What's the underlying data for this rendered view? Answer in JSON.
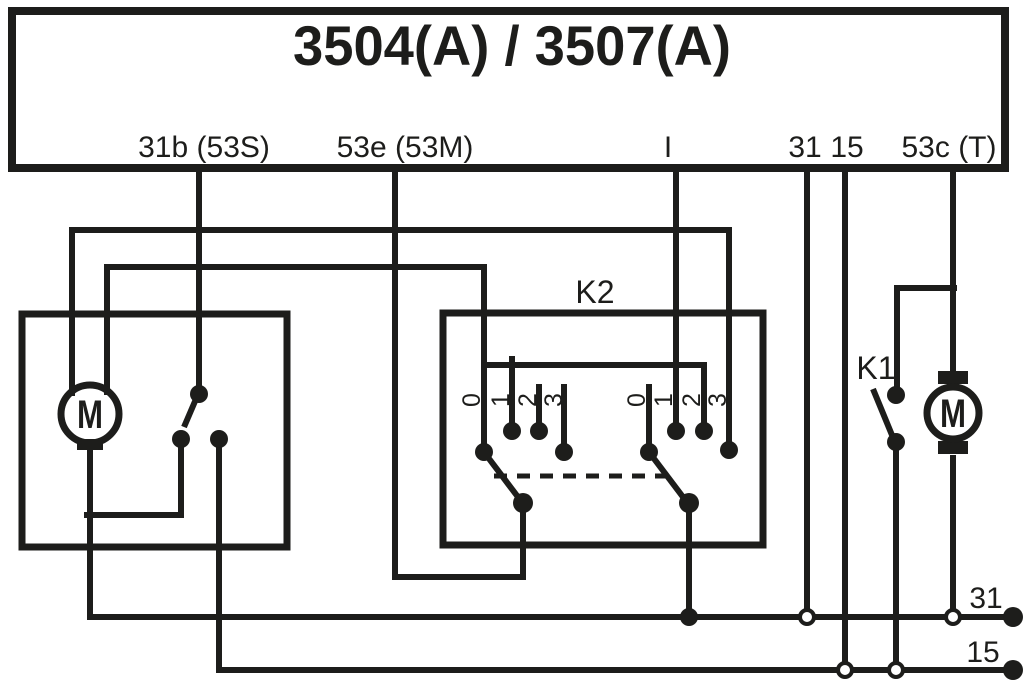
{
  "colors": {
    "ink": "#1d1d1b",
    "background": "#ffffff"
  },
  "title_box": {
    "title": "3504(A) / 3507(A)"
  },
  "terminals": {
    "t31b": "31b (53S)",
    "t53e": "53e (53M)",
    "ti": "I",
    "t31": "31",
    "t15": "15",
    "t53c": "53c (T)"
  },
  "switches": {
    "k1_label": "K1",
    "k2_label": "K2"
  },
  "k2": {
    "left_positions": [
      "0",
      "1",
      "2",
      "3"
    ],
    "right_positions": [
      "0",
      "1",
      "2",
      "3"
    ]
  },
  "buses": {
    "b31": "31",
    "b15": "15"
  },
  "motors": {
    "left_label": "M",
    "right_label": "M"
  }
}
